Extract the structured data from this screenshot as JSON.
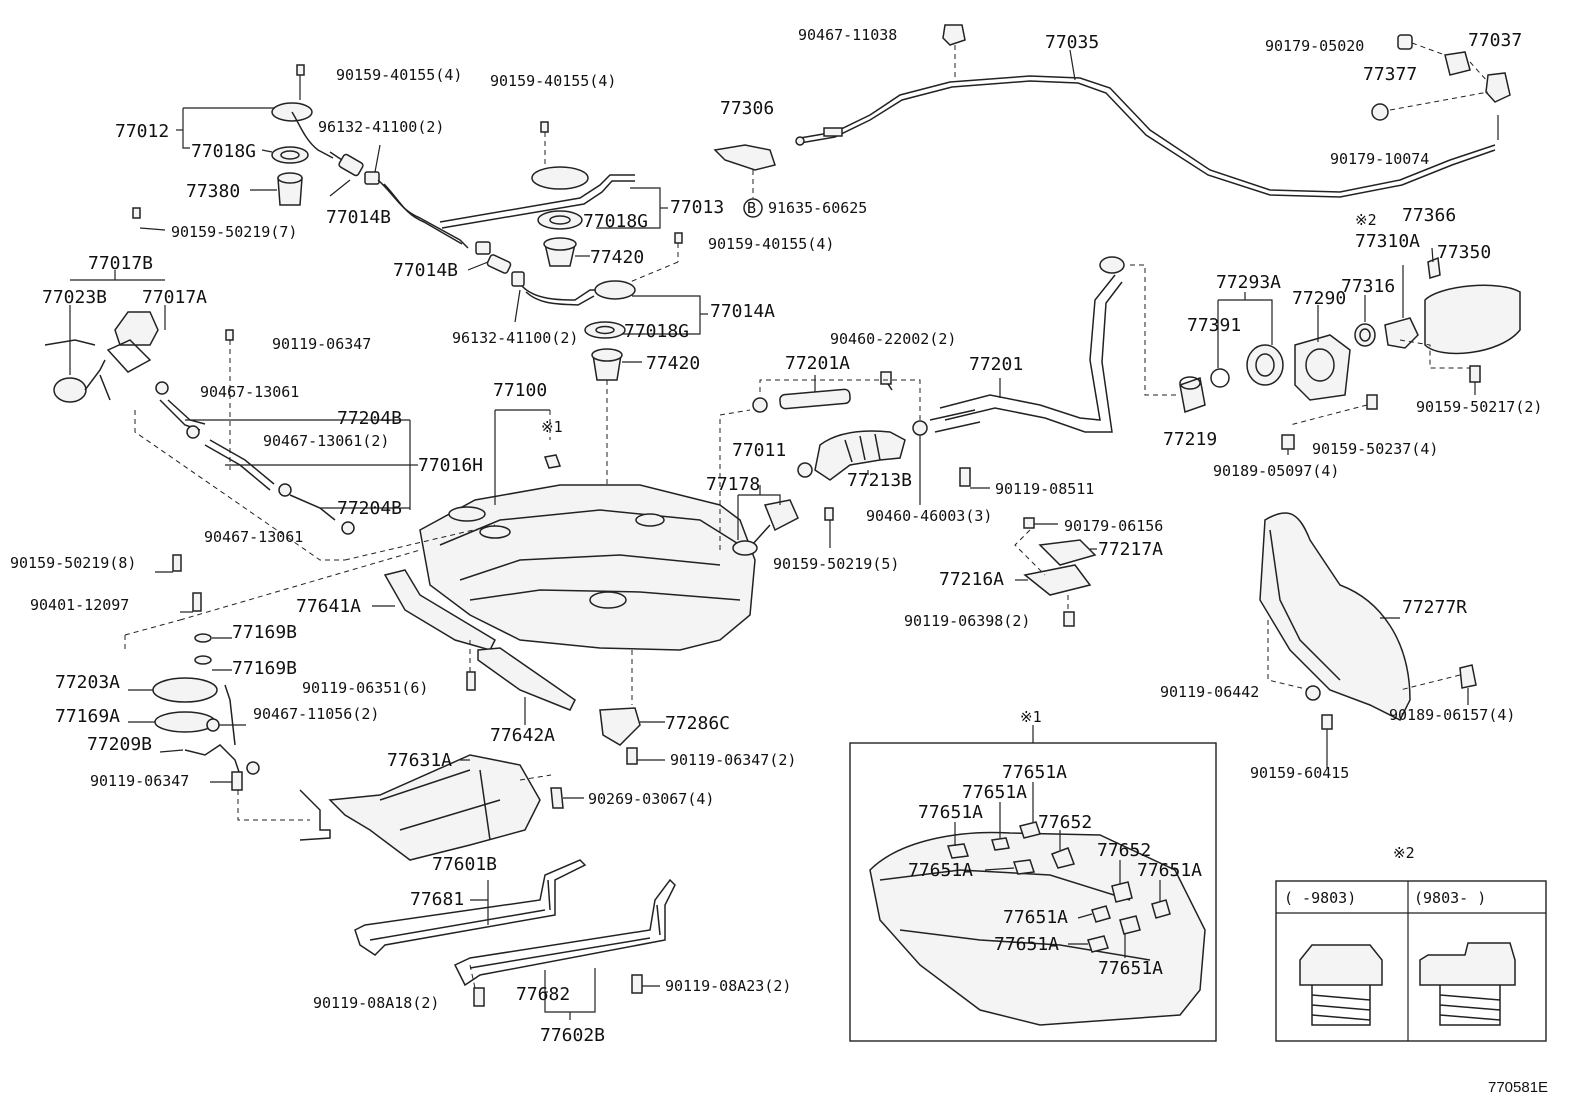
{
  "diagram_code": "770581E",
  "labels": {
    "p77012": "77012",
    "p77018G_a": "77018G",
    "p77380": "77380",
    "p90159_40155_a": "90159-40155(4)",
    "p96132_41100_a": "96132-41100(2)",
    "p77014B_a": "77014B",
    "p90159_50219_7": "90159-50219(7)",
    "p77017B": "77017B",
    "p77023B": "77023B",
    "p77017A": "77017A",
    "p77014B_b": "77014B",
    "p96132_41100_b": "96132-41100(2)",
    "p90159_40155_b": "90159-40155(4)",
    "p77018G_b": "77018G",
    "p77013": "77013",
    "p77420_a": "77420",
    "p90159_40155_c": "90159-40155(4)",
    "p77014A": "77014A",
    "p77018G_c": "77018G",
    "p77420_b": "77420",
    "p77306": "77306",
    "p91635_60625": "91635-60625",
    "pB": "B",
    "p90467_11038": "90467-11038",
    "p77035": "77035",
    "p90179_05020": "90179-05020",
    "p77037": "77037",
    "p77377": "77377",
    "p90179_10074": "90179-10074",
    "p90119_06347_a": "90119-06347",
    "p90467_13061_a": "90467-13061",
    "p77204B_a": "77204B",
    "p90467_13061_2": "90467-13061(2)",
    "p77016H": "77016H",
    "p77204B_b": "77204B",
    "p90467_13061_b": "90467-13061",
    "p77100": "77100",
    "pX1_small": "※1",
    "p77201A": "77201A",
    "p90460_22002": "90460-22002(2)",
    "p77201": "77201",
    "p77011": "77011",
    "p77178": "77178",
    "p77213B": "77213B",
    "p90119_08511": "90119-08511",
    "p90460_46003": "90460-46003(3)",
    "p90159_50219_5": "90159-50219(5)",
    "p90179_06156": "90179-06156",
    "p77217A": "77217A",
    "p77216A": "77216A",
    "p90119_06398": "90119-06398(2)",
    "p90159_50219_8": "90159-50219(8)",
    "p90401_12097": "90401-12097",
    "p77641A": "77641A",
    "p77169B_a": "77169B",
    "p77169B_b": "77169B",
    "p77203A": "77203A",
    "p90119_06351": "90119-06351(6)",
    "p77169A": "77169A",
    "p90467_11056": "90467-11056(2)",
    "p77642A": "77642A",
    "p77286C": "77286C",
    "p77209B": "77209B",
    "p90119_06347_b": "90119-06347",
    "p90119_06347_2": "90119-06347(2)",
    "p77631A": "77631A",
    "p90269_03067": "90269-03067(4)",
    "p77601B": "77601B",
    "p77681": "77681",
    "p77682": "77682",
    "p90119_08A18": "90119-08A18(2)",
    "p90119_08A23": "90119-08A23(2)",
    "p77602B": "77602B",
    "pX2_small": "※2",
    "p77366": "77366",
    "p77310A": "77310A",
    "p77350": "77350",
    "p77293A": "77293A",
    "p77290": "77290",
    "p77316": "77316",
    "p77391": "77391",
    "p77219": "77219",
    "p90159_50217": "90159-50217(2)",
    "p90159_50237": "90159-50237(4)",
    "p90189_05097": "90189-05097(4)",
    "p77277R": "77277R",
    "p90119_06442": "90119-06442",
    "p90189_06157": "90189-06157(4)",
    "p90159_60415": "90159-60415",
    "inset1_title": "※1",
    "i1_77651A_a": "77651A",
    "i1_77651A_b": "77651A",
    "i1_77651A_c": "77651A",
    "i1_77652_a": "77652",
    "i1_77652_b": "77652",
    "i1_77651A_d": "77651A",
    "i1_77651A_e": "77651A",
    "i1_77651A_f": "77651A",
    "i1_77651A_g": "77651A",
    "i1_77651A_h": "77651A",
    "inset2_title": "※2",
    "i2_col1": "(     -9803)",
    "i2_col2": "(9803-     )"
  }
}
